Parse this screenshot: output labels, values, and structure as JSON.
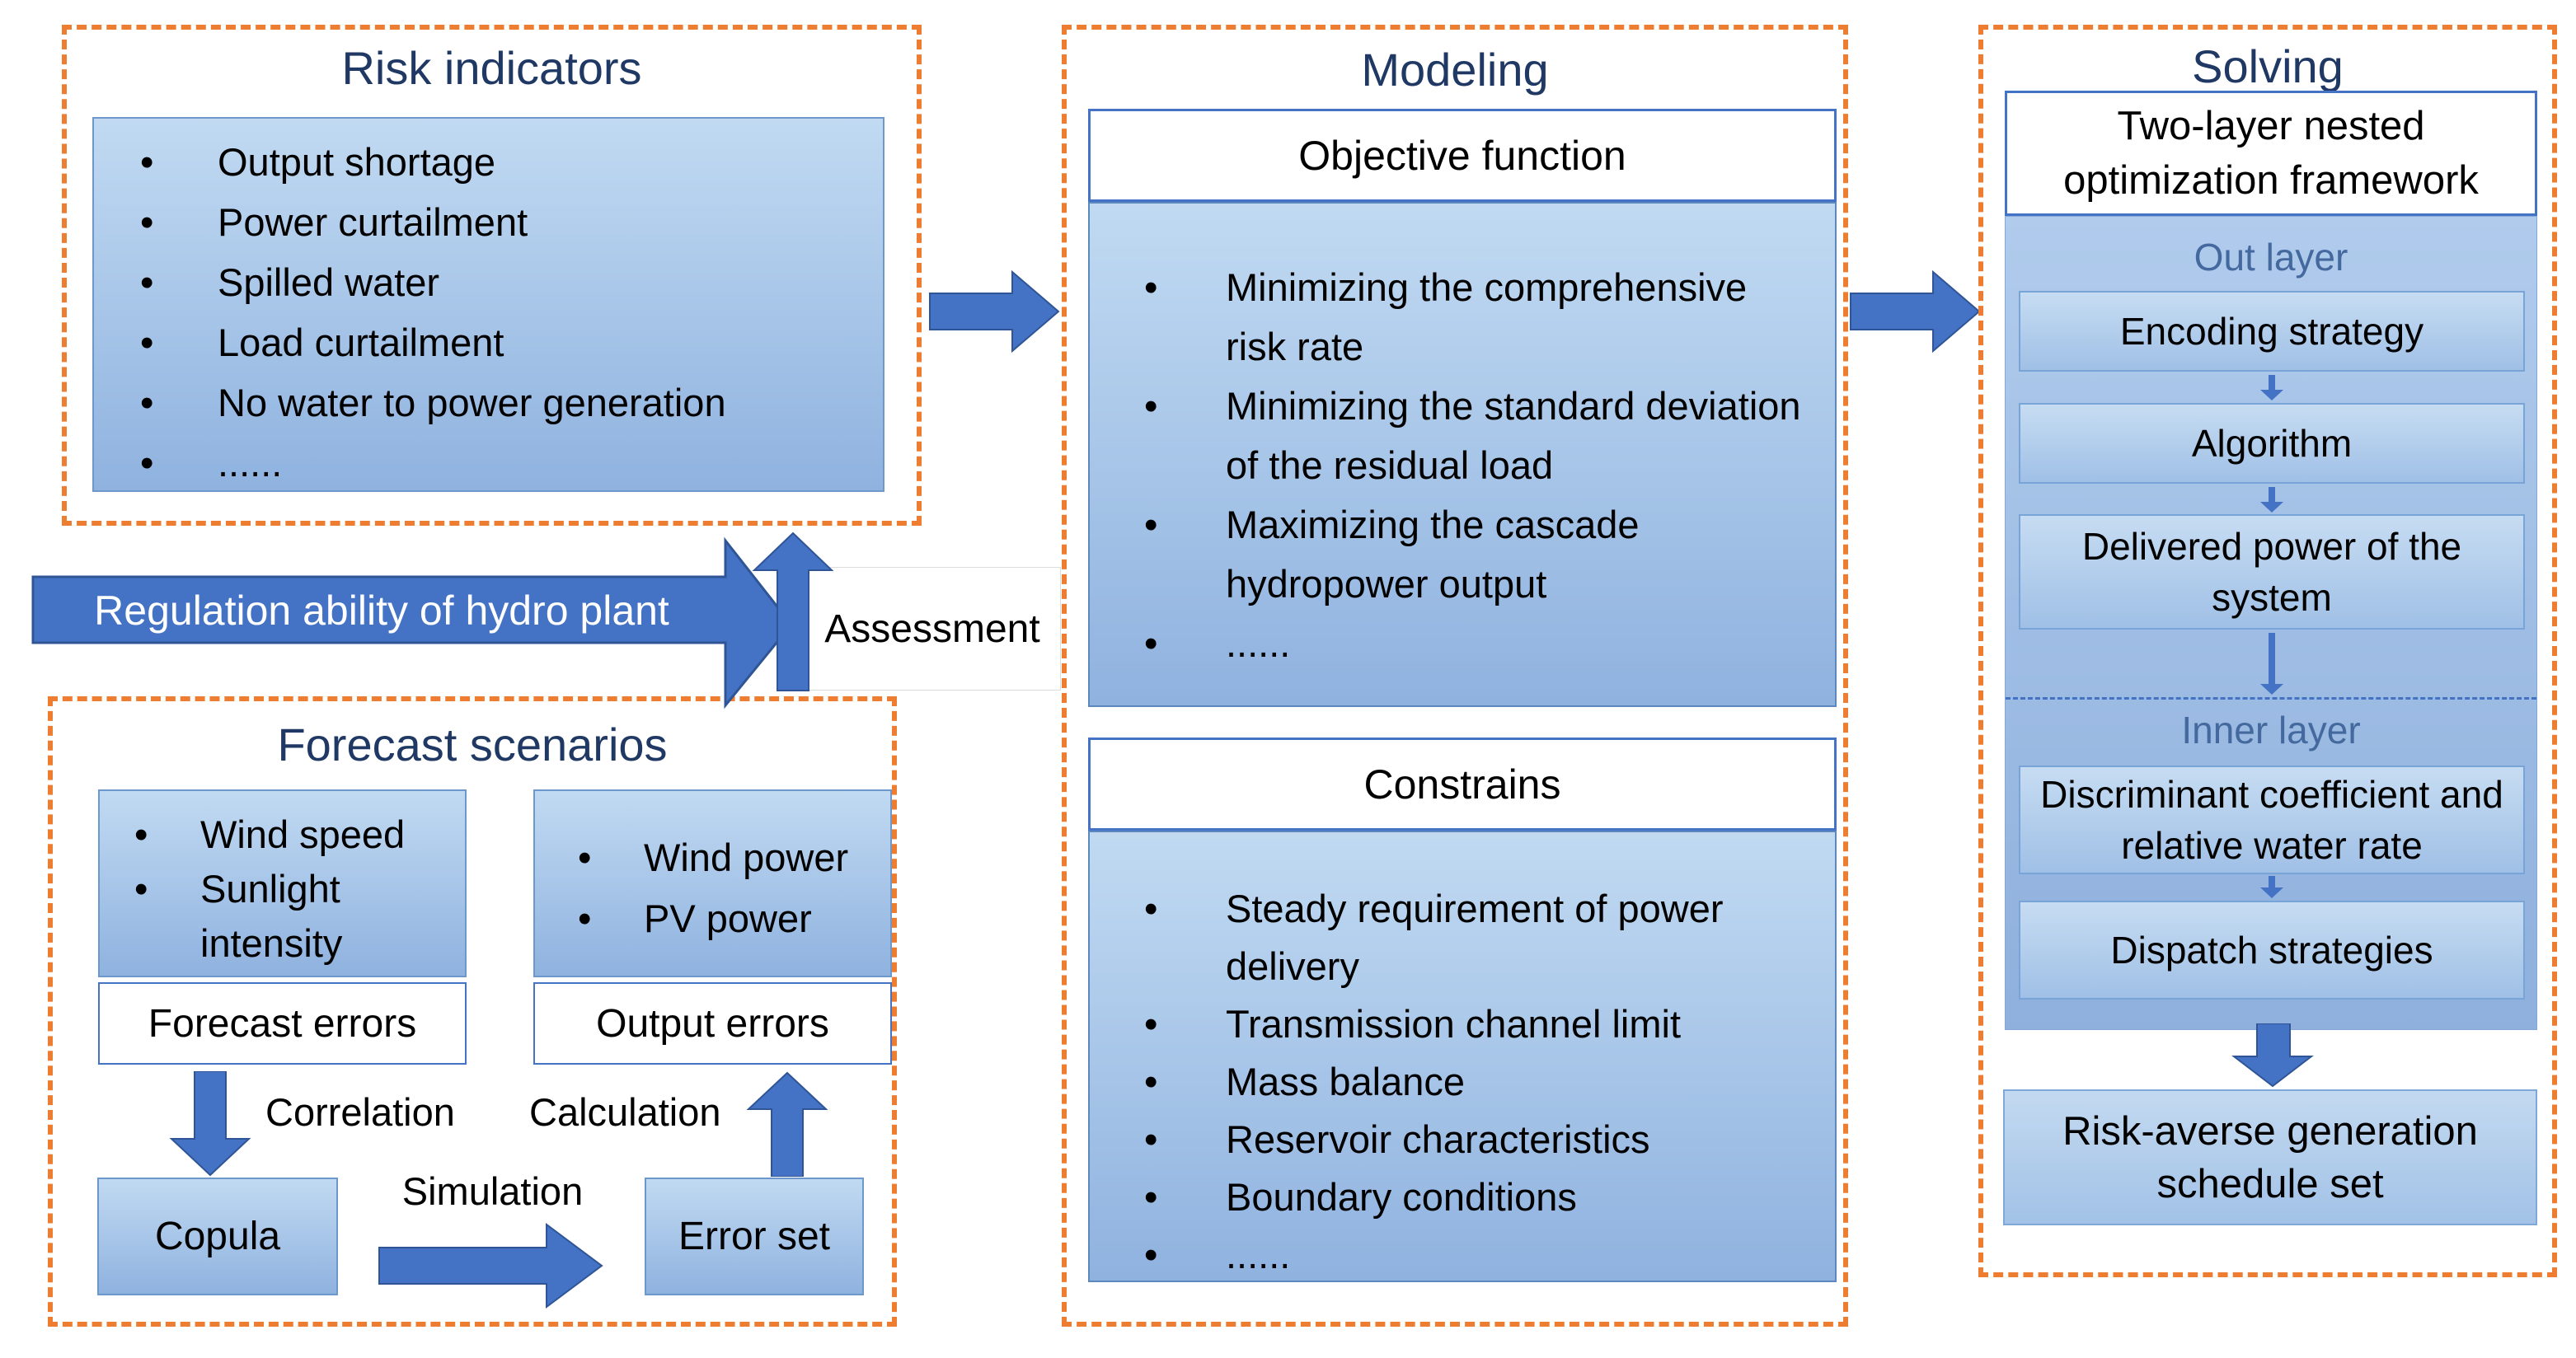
{
  "colors": {
    "accent_blue": "#4472C4",
    "dark_blue_border": "#2F5597",
    "navy_title": "#1F3864",
    "orange_dash": "#ED7D31",
    "layer_label_blue": "#44699E"
  },
  "risk_indicators": {
    "title": "Risk indicators",
    "items": [
      "Output shortage",
      "Power curtailment",
      "Spilled water",
      "Load curtailment",
      "No water to power generation",
      "......"
    ]
  },
  "regulation_banner": {
    "label": "Regulation ability of hydro plant"
  },
  "assessment": {
    "label": "Assessment"
  },
  "forecast_scenarios": {
    "title": "Forecast scenarios",
    "weather_items": [
      "Wind speed",
      "Sunlight intensity"
    ],
    "power_items": [
      "Wind power",
      "PV power"
    ],
    "forecast_errors": "Forecast errors",
    "output_errors": "Output errors",
    "correlation": "Correlation",
    "calculation": "Calculation",
    "copula": "Copula",
    "simulation": "Simulation",
    "error_set": "Error set"
  },
  "modeling": {
    "title": "Modeling",
    "objective_header": "Objective function",
    "objective_items": [
      "Minimizing the comprehensive risk rate",
      "Minimizing the standard deviation of the residual load",
      "Maximizing the cascade hydropower output",
      "......"
    ],
    "constraints_header": "Constrains",
    "constraint_items": [
      "Steady requirement of power delivery",
      "Transmission channel limit",
      "Mass balance",
      "Reservoir characteristics",
      "Boundary conditions",
      "......"
    ]
  },
  "solving": {
    "title": "Solving",
    "framework_header": "Two-layer nested optimization framework",
    "out_layer": "Out layer",
    "steps_out": [
      "Encoding strategy",
      "Algorithm",
      "Delivered power of the system"
    ],
    "inner_layer": "Inner layer",
    "steps_inner": [
      "Discriminant coefficient and relative water rate",
      "Dispatch strategies"
    ],
    "result": "Risk-averse generation schedule set"
  }
}
